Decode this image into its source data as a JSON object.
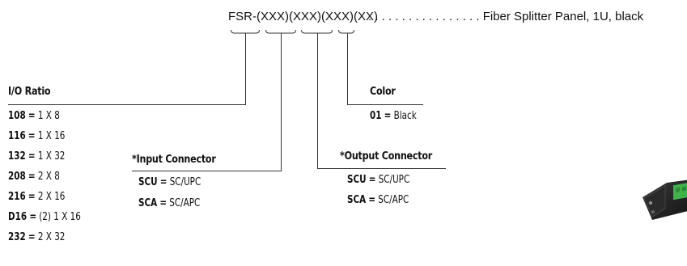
{
  "part_number": {
    "code": "FSR-(XXX)(XXX)(XXX)(XX)",
    "leader": " . . . . . . . . . . . . . . . . .",
    "description": "Fiber Splitter Panel, 1U, black"
  },
  "io_ratio": {
    "title": "I/O Ratio",
    "options": [
      {
        "code": "108",
        "value": "1 X 8"
      },
      {
        "code": "116",
        "value": "1 X 16"
      },
      {
        "code": "132",
        "value": "1 X 32"
      },
      {
        "code": "208",
        "value": "2 X 8"
      },
      {
        "code": "216",
        "value": "2 X 16"
      },
      {
        "code": "D16",
        "value": "(2) 1 X 16"
      },
      {
        "code": "232",
        "value": "2 X 32"
      }
    ]
  },
  "input_connector": {
    "title": "*Input Connector",
    "options": [
      {
        "code": "SCU",
        "value": "SC/UPC"
      },
      {
        "code": "SCA",
        "value": "SC/APC"
      }
    ]
  },
  "output_connector": {
    "title": "*Output Connector",
    "options": [
      {
        "code": "SCU",
        "value": "SC/UPC"
      },
      {
        "code": "SCA",
        "value": "SC/APC"
      }
    ]
  },
  "color": {
    "title": "Color",
    "options": [
      {
        "code": "01",
        "value": "Black"
      }
    ]
  },
  "equals_sign": "=",
  "colors": {
    "text": "#111111",
    "line": "#333333",
    "panel_body": "#1c1c1c",
    "connector_green": "#3fb24a"
  },
  "photo_icon": "fiber-splitter-panel-photo"
}
